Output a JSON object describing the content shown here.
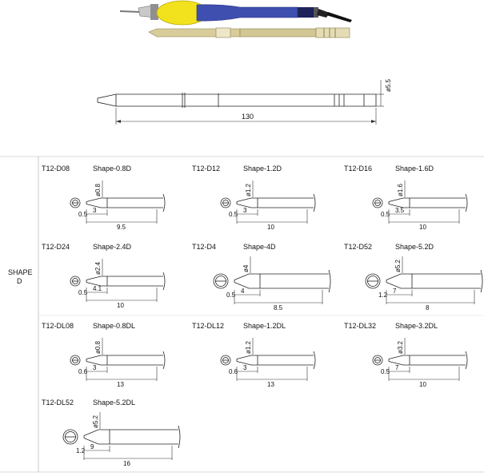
{
  "overall_dims": {
    "diameter": "ø5.5",
    "length": "130"
  },
  "shape_label": [
    "SHAPE",
    "D"
  ],
  "tips": [
    {
      "model": "T12-D08",
      "shape": "Shape-0.8D",
      "dia": "ø0.8",
      "d1": "0.5",
      "d2": "3",
      "d3": "9.5"
    },
    {
      "model": "T12-D12",
      "shape": "Shape-1.2D",
      "dia": "ø1.2",
      "d1": "0.5",
      "d2": "3",
      "d3": "10"
    },
    {
      "model": "T12-D16",
      "shape": "Shape-1.6D",
      "dia": "ø1.6",
      "d1": "0.5",
      "d2": "3.5",
      "d3": "10"
    },
    {
      "model": "T12-D24",
      "shape": "Shape-2.4D",
      "dia": "ø2.4",
      "d1": "0.5",
      "d2": "4.1",
      "d3": "10"
    },
    {
      "model": "T12-D4",
      "shape": "Shape-4D",
      "dia": "ø4",
      "d1": "0.5",
      "d2": "4",
      "d3": "8.5"
    },
    {
      "model": "T12-D52",
      "shape": "Shape-5.2D",
      "dia": "ø5.2",
      "d1": "1.2",
      "d2": "7",
      "d3": "8"
    },
    {
      "model": "T12-DL08",
      "shape": "Shape-0.8DL",
      "dia": "ø0.8",
      "d1": "0.6",
      "d2": "3",
      "d3": "13"
    },
    {
      "model": "T12-DL12",
      "shape": "Shape-1.2DL",
      "dia": "ø1.2",
      "d1": "0.6",
      "d2": "3",
      "d3": "13"
    },
    {
      "model": "T12-DL32",
      "shape": "Shape-3.2DL",
      "dia": "ø3.2",
      "d1": "0.5",
      "d2": "7",
      "d3": "10"
    },
    {
      "model": "T12-DL52",
      "shape": "Shape-5.2DL",
      "dia": "ø5.2",
      "d1": "1.2",
      "d2": "9",
      "d3": "16"
    }
  ],
  "colors": {
    "handle_yellow": "#f2e21e",
    "handle_blue": "#3f4fb0",
    "tip_gold": "#d8cc9a"
  }
}
